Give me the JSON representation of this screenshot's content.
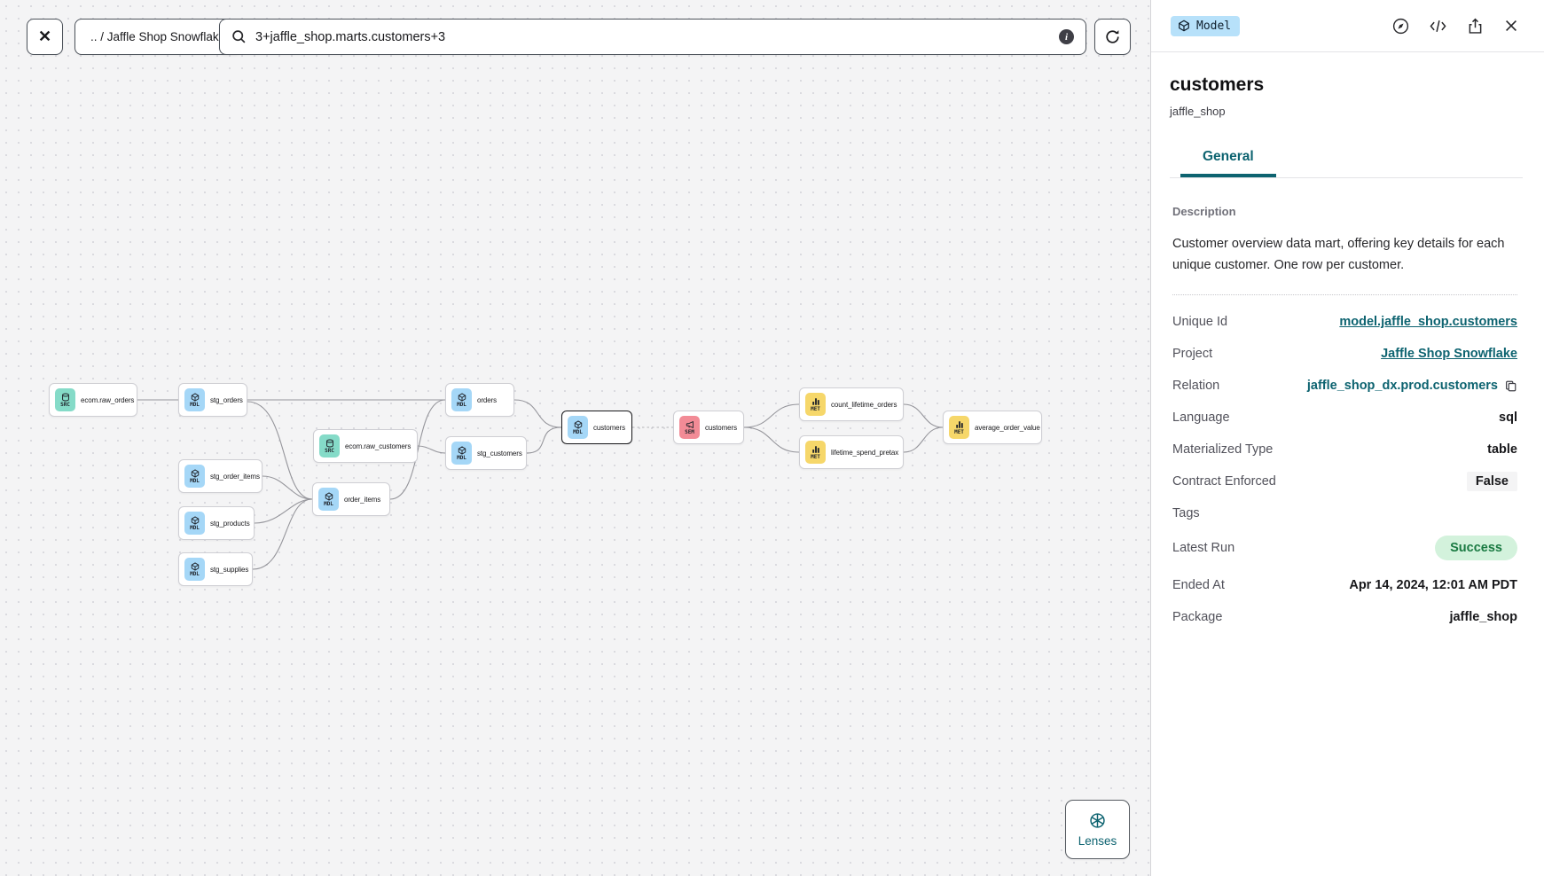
{
  "toolbar": {
    "close_label": "✕",
    "breadcrumb": ".. / Jaffle Shop Snowflake",
    "search_value": "3+jaffle_shop.marts.customers+3",
    "info_glyph": "i"
  },
  "graph": {
    "node_type_colors": {
      "src": "#85dbc8",
      "mdl": "#a5d7f7",
      "sem": "#f28b96",
      "met": "#f6d76a"
    },
    "edge_color": "#95959b",
    "selected_border_color": "#18181b",
    "nodes": [
      {
        "label": "ecom.raw_orders",
        "type": "SRC"
      },
      {
        "label": "stg_orders",
        "type": "MDL"
      },
      {
        "label": "ecom.raw_customers",
        "type": "SRC"
      },
      {
        "label": "stg_order_items",
        "type": "MDL"
      },
      {
        "label": "stg_products",
        "type": "MDL"
      },
      {
        "label": "stg_supplies",
        "type": "MDL"
      },
      {
        "label": "order_items",
        "type": "MDL"
      },
      {
        "label": "orders",
        "type": "MDL"
      },
      {
        "label": "stg_customers",
        "type": "MDL"
      },
      {
        "label": "customers",
        "type": "MDL",
        "selected": true
      },
      {
        "label": "customers",
        "type": "SEM"
      },
      {
        "label": "count_lifetime_orders",
        "type": "MET"
      },
      {
        "label": "lifetime_spend_pretax",
        "type": "MET"
      },
      {
        "label": "average_order_value",
        "type": "MET"
      }
    ]
  },
  "lenses_button": {
    "label": "Lenses"
  },
  "panel": {
    "type_badge": "Model",
    "title": "customers",
    "subtitle": "jaffle_shop",
    "tab": "General",
    "section_heading": "Description",
    "description": "Customer overview data mart, offering key details for each unique customer. One row per customer.",
    "accent_color": "#0d6370",
    "rows": [
      {
        "label": "Unique Id",
        "value": "model.jaffle_shop.customers"
      },
      {
        "label": "Project",
        "value": "Jaffle Shop Snowflake"
      },
      {
        "label": "Relation",
        "value": "jaffle_shop_dx.prod.customers"
      },
      {
        "label": "Language",
        "value": "sql"
      },
      {
        "label": "Materialized Type",
        "value": "table"
      },
      {
        "label": "Contract Enforced",
        "value": "False"
      },
      {
        "label": "Tags",
        "value": ""
      },
      {
        "label": "Latest Run",
        "value": "Success"
      },
      {
        "label": "Ended At",
        "value": "Apr 14, 2024, 12:01 AM PDT"
      },
      {
        "label": "Package",
        "value": "jaffle_shop"
      }
    ]
  }
}
